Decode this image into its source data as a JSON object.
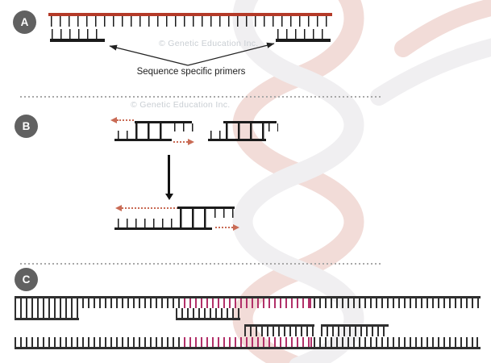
{
  "diagram": {
    "watermark": "© Genetic Education Inc.",
    "panel_a": {
      "label": "A",
      "caption": "Sequence specific primers"
    },
    "panel_b": {
      "label": "B"
    },
    "panel_c": {
      "label": "C"
    }
  },
  "colors": {
    "template_red": "#b43a28",
    "amplicon_pink": "#b23069",
    "primer_arrow": "#c96b55",
    "strand_black": "#1b1b1b",
    "strand_dark": "#2f2f2f",
    "badge_bg": "#616161",
    "badge_text": "#ffffff",
    "divider": "#a8a8a8",
    "watermark_gray": "#c9ced3",
    "annotation_ink": "#222222",
    "helix_pink": "#f2dcd8",
    "helix_gray": "#f0eff1"
  }
}
